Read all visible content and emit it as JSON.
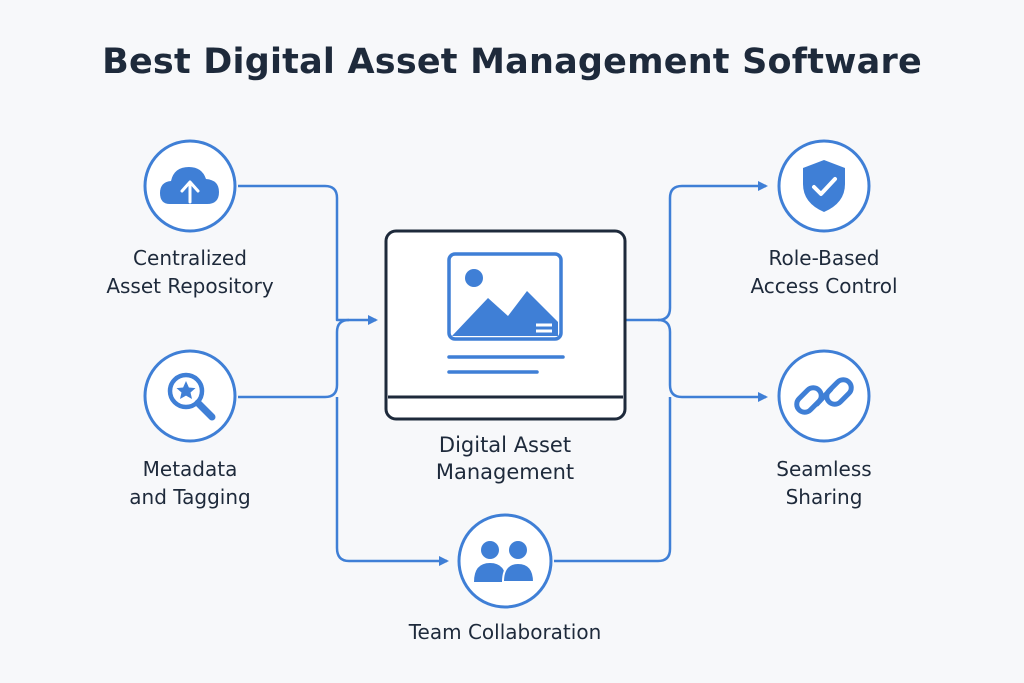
{
  "title": "Best Digital Asset Management Software",
  "colors": {
    "accent": "#3f7fd6",
    "ink": "#1e2a3b",
    "background": "#f7f8fa"
  },
  "center": {
    "label": "Digital Asset\nManagement",
    "icon": "image-icon"
  },
  "nodes": {
    "repository": {
      "label": "Centralized\nAsset Repository",
      "icon": "cloud-upload-icon"
    },
    "metadata": {
      "label": "Metadata\nand Tagging",
      "icon": "search-star-icon"
    },
    "access": {
      "label": "Role-Based\nAccess Control",
      "icon": "shield-check-icon"
    },
    "sharing": {
      "label": "Seamless\nSharing",
      "icon": "link-icon"
    },
    "collaboration": {
      "label": "Team Collaboration",
      "icon": "users-icon"
    }
  }
}
